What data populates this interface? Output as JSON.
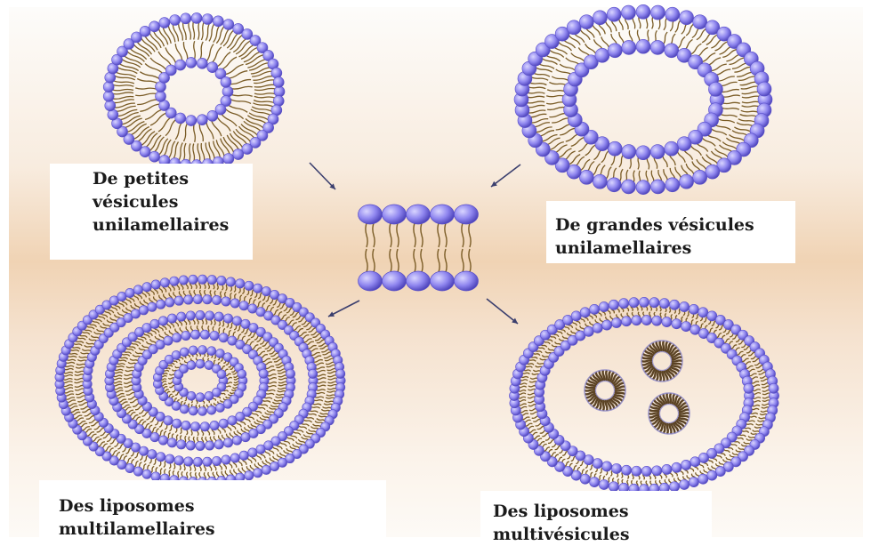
{
  "labels": {
    "small_unilamellar": "De petites\nvésicules\nunilamellaires",
    "large_unilamellar": "De grandes vésicules\nunilamellaires",
    "multilamellar": "Des liposomes\nmultilamellaires",
    "multivesicular": "Des liposomes\nmultivésicules"
  },
  "colors": {
    "head": "#8f86ef",
    "head_dark": "#5a50c9",
    "tail": "#7a5c26",
    "background_peach": "#f0d3b4",
    "arrow": "#3b3f6e"
  }
}
